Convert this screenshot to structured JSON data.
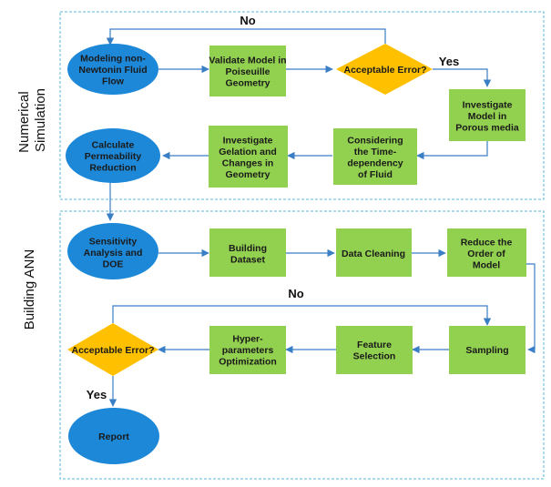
{
  "sections": {
    "simulation": [
      "Numerical",
      "Simulation"
    ],
    "ann": [
      "Building ANN"
    ]
  },
  "colors": {
    "ellipse": "#1e88d8",
    "rect": "#92d050",
    "diamond": "#ffc000",
    "connector": "#3a7fc6",
    "frame": "#5bb7d8"
  },
  "nodes": {
    "modeling": [
      "Modeling non-",
      "Newtonin Fluid",
      "Flow"
    ],
    "validate": [
      "Validate Model in",
      "Poiseuille",
      "Geometry"
    ],
    "accept1": [
      "Acceptable Error?"
    ],
    "porous": [
      "Investigate",
      "Model in",
      "Porous media"
    ],
    "time_dep": [
      "Considering",
      "the Time-",
      "dependency",
      "of Fluid"
    ],
    "gelation": [
      "Investigate",
      "Gelation and",
      "Changes in",
      "Geometry"
    ],
    "permeability": [
      "Calculate",
      "Permeability",
      "Reduction"
    ],
    "sensitivity": [
      "Sensitivity",
      "Analysis and",
      "DOE"
    ],
    "building": [
      "Building",
      "Dataset"
    ],
    "cleaning": [
      "Data Cleaning"
    ],
    "reduce": [
      "Reduce the",
      "Order of",
      "Model"
    ],
    "sampling": [
      "Sampling"
    ],
    "feature": [
      "Feature",
      "Selection"
    ],
    "hyper": [
      "Hyper-",
      "parameters",
      "Optimization"
    ],
    "accept2": [
      "Acceptable Error?"
    ],
    "report": [
      "Report"
    ]
  },
  "labels": {
    "no_top": "No",
    "yes_top": "Yes",
    "no_bottom": "No",
    "yes_bottom": "Yes"
  }
}
